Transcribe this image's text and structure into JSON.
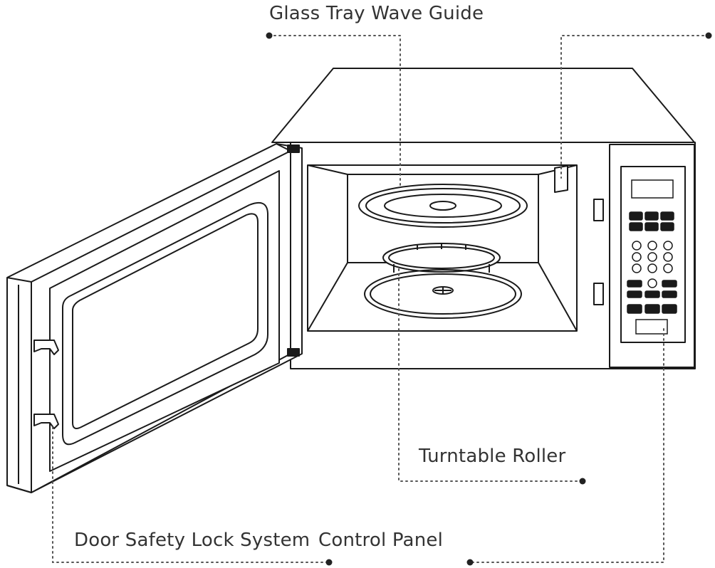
{
  "labels": {
    "glass_tray": "Glass Tray",
    "wave_guide": "Wave Guide",
    "turntable_roller": "Turntable Roller",
    "door_safety_lock_system": "Door Safety Lock System",
    "control_panel": "Control Panel"
  },
  "colors": {
    "line": "#1a1a1a",
    "leader": "#555555",
    "text": "#333333",
    "background": "#ffffff"
  }
}
